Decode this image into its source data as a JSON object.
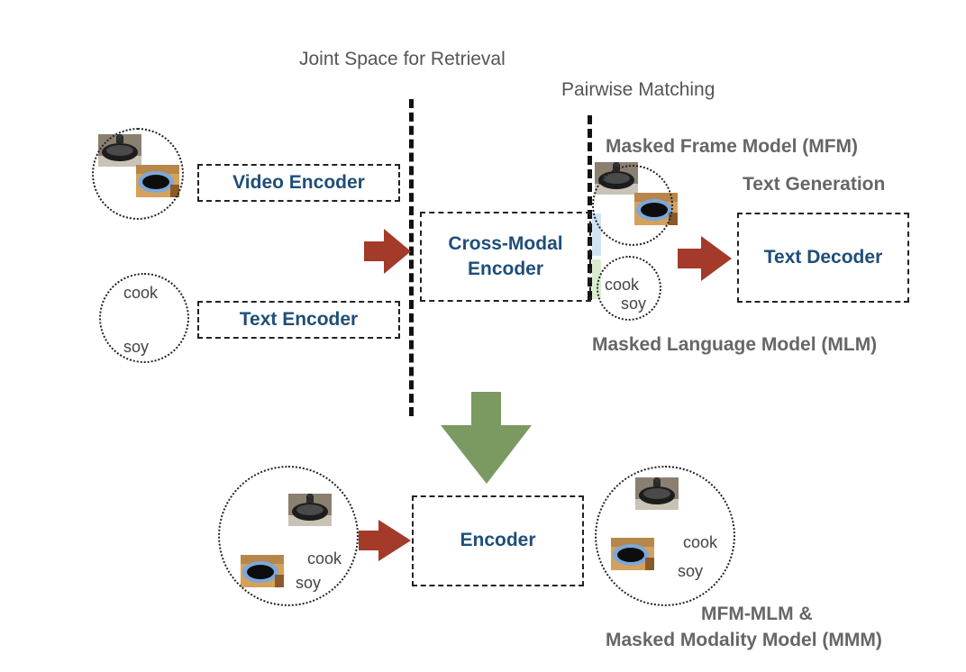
{
  "labels": {
    "joint_space": "Joint Space for Retrieval",
    "pairwise": "Pairwise Matching",
    "mfm": "Masked Frame Model (MFM)",
    "text_generation": "Text Generation",
    "mlm": "Masked Language Model (MLM)",
    "mmm_line1": "MFM-MLM &",
    "mmm_line2": "Masked Modality Model (MMM)"
  },
  "boxes": {
    "video_encoder": "Video Encoder",
    "text_encoder": "Text Encoder",
    "cross_modal_line1": "Cross-Modal",
    "cross_modal_line2": "Encoder",
    "text_decoder": "Text Decoder",
    "encoder": "Encoder"
  },
  "words": {
    "cook": "cook",
    "soy": "soy"
  },
  "colors": {
    "red_arrow": "#a33a2a",
    "green_arrow": "#7a9a62",
    "box_text": "#1f4e79"
  }
}
